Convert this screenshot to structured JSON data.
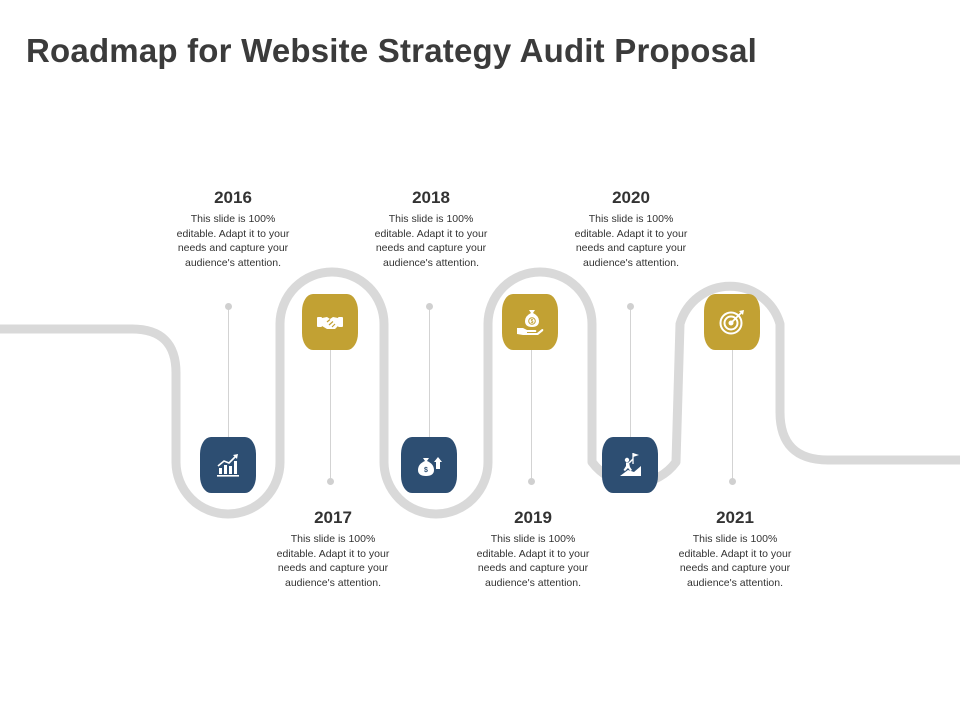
{
  "slide": {
    "title": "Roadmap for Website Strategy Audit Proposal"
  },
  "milestones": [
    {
      "year": "2016",
      "text": "This slide is 100% editable. Adapt it to your needs and capture your audience's attention.",
      "icon": "growth-chart-icon",
      "color": "#2d4e72"
    },
    {
      "year": "2017",
      "text": "This slide is 100% editable. Adapt it to your needs and capture your audience's attention.",
      "icon": "handshake-icon",
      "color": "#c2a133"
    },
    {
      "year": "2018",
      "text": "This slide is 100% editable. Adapt it to your needs and capture your audience's attention.",
      "icon": "money-bag-arrow-icon",
      "color": "#2d4e72"
    },
    {
      "year": "2019",
      "text": "This slide is 100% editable. Adapt it to your needs and capture your audience's attention.",
      "icon": "hand-coin-bag-icon",
      "color": "#c2a133"
    },
    {
      "year": "2020",
      "text": "This slide is 100% editable. Adapt it to your needs and capture your audience's attention.",
      "icon": "climber-flag-icon",
      "color": "#2d4e72"
    },
    {
      "year": "2021",
      "text": "This slide is 100% editable. Adapt it to your needs and capture your audience's attention.",
      "icon": "target-icon",
      "color": "#c2a133"
    }
  ],
  "colors": {
    "blue": "#2d4e72",
    "gold": "#c2a133",
    "road": "#d9d9d9"
  }
}
